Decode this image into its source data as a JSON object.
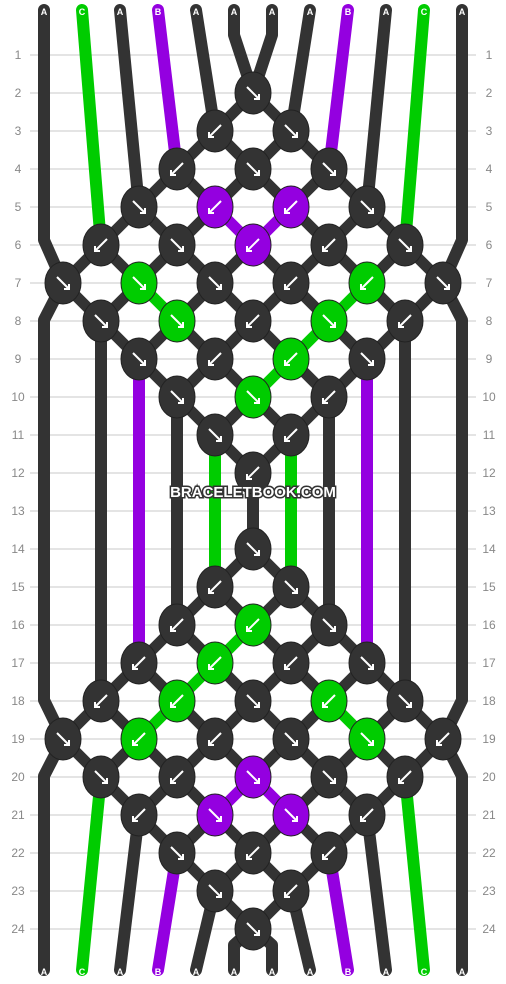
{
  "watermark": "BRACELETBOOK.COM",
  "row_labels": [
    "1",
    "2",
    "3",
    "4",
    "5",
    "6",
    "7",
    "8",
    "9",
    "10",
    "11",
    "12",
    "13",
    "14",
    "15",
    "16",
    "17",
    "18",
    "19",
    "20",
    "21",
    "22",
    "23",
    "24"
  ],
  "strands_top": [
    "A",
    "C",
    "A",
    "B",
    "A",
    "A",
    "A",
    "A",
    "B",
    "A",
    "C",
    "A"
  ],
  "strands_bottom": [
    "A",
    "C",
    "A",
    "B",
    "A",
    "A",
    "A",
    "A",
    "B",
    "A",
    "C",
    "A"
  ],
  "colors": {
    "A": "#333333",
    "B": "#9400e0",
    "C": "#00cc00",
    "grid": "#c8c8c8",
    "background": "#ffffff",
    "arrow": "#ffffff"
  },
  "knot_pattern": [
    "...............",
    "......s......",
    ".....s.s.....",
    "....s.s.s....",
    "...s.s.s.s...",
    "..s.s.s.s.s..",
    ".s.s.s.s.s.s.",
    "..s.s.s.s.s..",
    "...s.s.s.s...",
    "....s.s.s....",
    ".....s.s.....",
    "......s......"
  ]
}
